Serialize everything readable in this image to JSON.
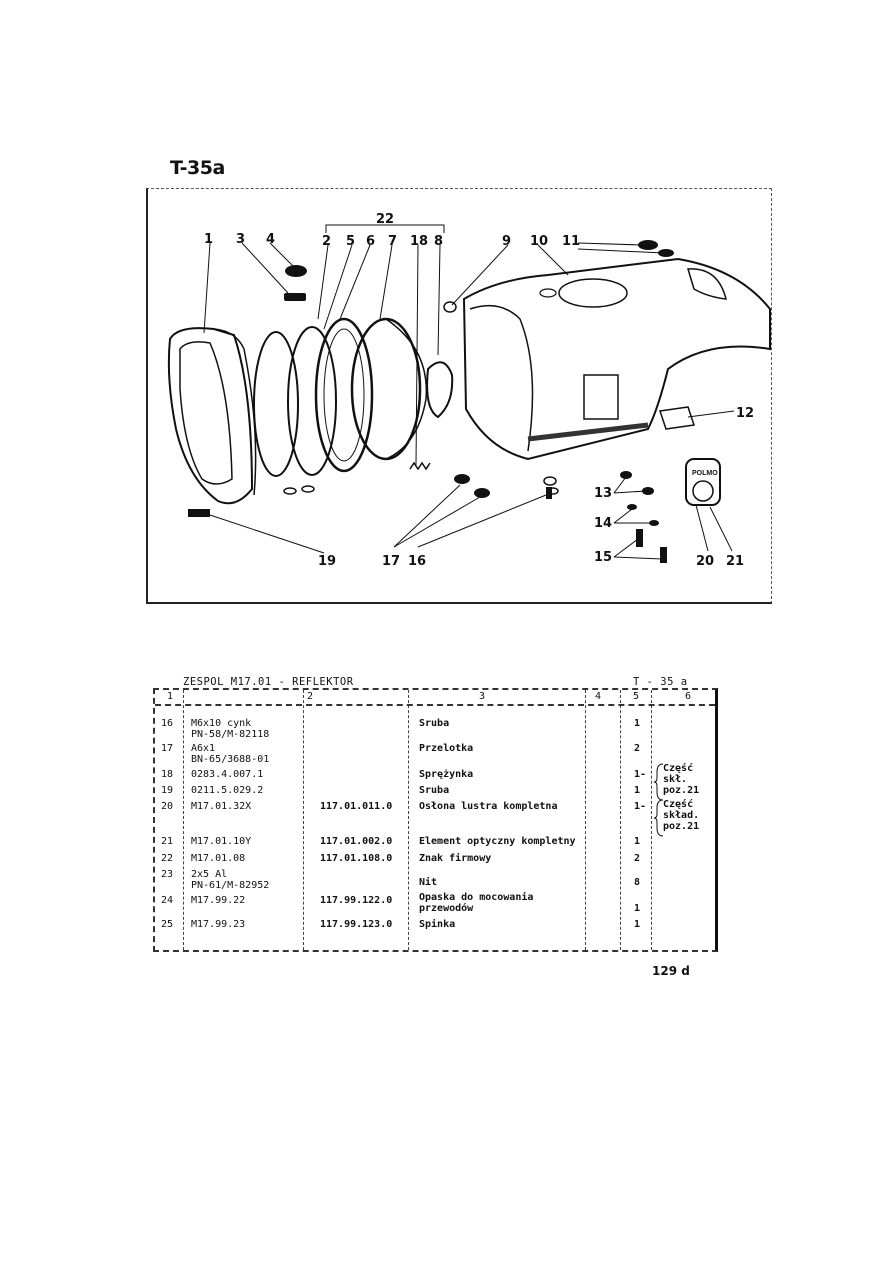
{
  "heading": "T-35a",
  "figure": {
    "callouts": {
      "c1": "1",
      "c3": "3",
      "c4": "4",
      "c22": "22",
      "c2": "2",
      "c5": "5",
      "c6": "6",
      "c7": "7",
      "c18": "18",
      "c8": "8",
      "c9": "9",
      "c10": "10",
      "c11": "11",
      "c12": "12",
      "c13": "13",
      "c14": "14",
      "c15": "15",
      "c17": "17",
      "c16": "16",
      "c19": "19",
      "c20": "20",
      "c21": "21"
    },
    "badge_text": "POLMO"
  },
  "table": {
    "title": "ZESPOL M17.01 - REFLEKTOR",
    "code": "T - 35 a",
    "headers": [
      "1",
      "2",
      "3",
      "4",
      "5",
      "6"
    ],
    "rows": [
      {
        "pos": "16",
        "col2": "M6x10 cynk\nPN-58/M-82118",
        "col3": "",
        "name": "Sruba",
        "col4": "",
        "qty": "1"
      },
      {
        "pos": "17",
        "col2": "A6x1\nBN-65/3688-01",
        "col3": "",
        "name": "Przelotka",
        "col4": "",
        "qty": "2"
      },
      {
        "pos": "18",
        "col2": "0283.4.007.1",
        "col3": "",
        "name": "Sprężynka",
        "col4": "",
        "qty": "1-"
      },
      {
        "pos": "19",
        "col2": "0211.5.029.2",
        "col3": "",
        "name": "Sruba",
        "col4": "",
        "qty": "1"
      },
      {
        "pos": "20",
        "col2": "M17.01.32X",
        "col3": "117.01.011.0",
        "name": "Osłona lustra kompletna",
        "col4": "",
        "qty": "1-"
      },
      {
        "pos": "21",
        "col2": "M17.01.10Y",
        "col3": "117.01.002.0",
        "name": "Element optyczny kompletny",
        "col4": "",
        "qty": "1"
      },
      {
        "pos": "22",
        "col2": "M17.01.08",
        "col3": "117.01.108.0",
        "name": "Znak firmowy",
        "col4": "",
        "qty": "2"
      },
      {
        "pos": "23",
        "col2": "2x5 Al\nPN-61/M-82952",
        "col3": "",
        "name": "Nit",
        "col4": "",
        "qty": "8"
      },
      {
        "pos": "24",
        "col2": "M17.99.22",
        "col3": "117.99.122.0",
        "name": "Opaska do mocowania\nprzewodów",
        "col4": "",
        "qty": "1"
      },
      {
        "pos": "25",
        "col2": "M17.99.23",
        "col3": "117.99.123.0",
        "name": "Spinka",
        "col4": "",
        "qty": "1"
      }
    ],
    "notes": {
      "note1": "Część\nskł.\npoz.21",
      "note2": "Część\nskład.\npoz.21"
    }
  },
  "page_number": "129 d"
}
